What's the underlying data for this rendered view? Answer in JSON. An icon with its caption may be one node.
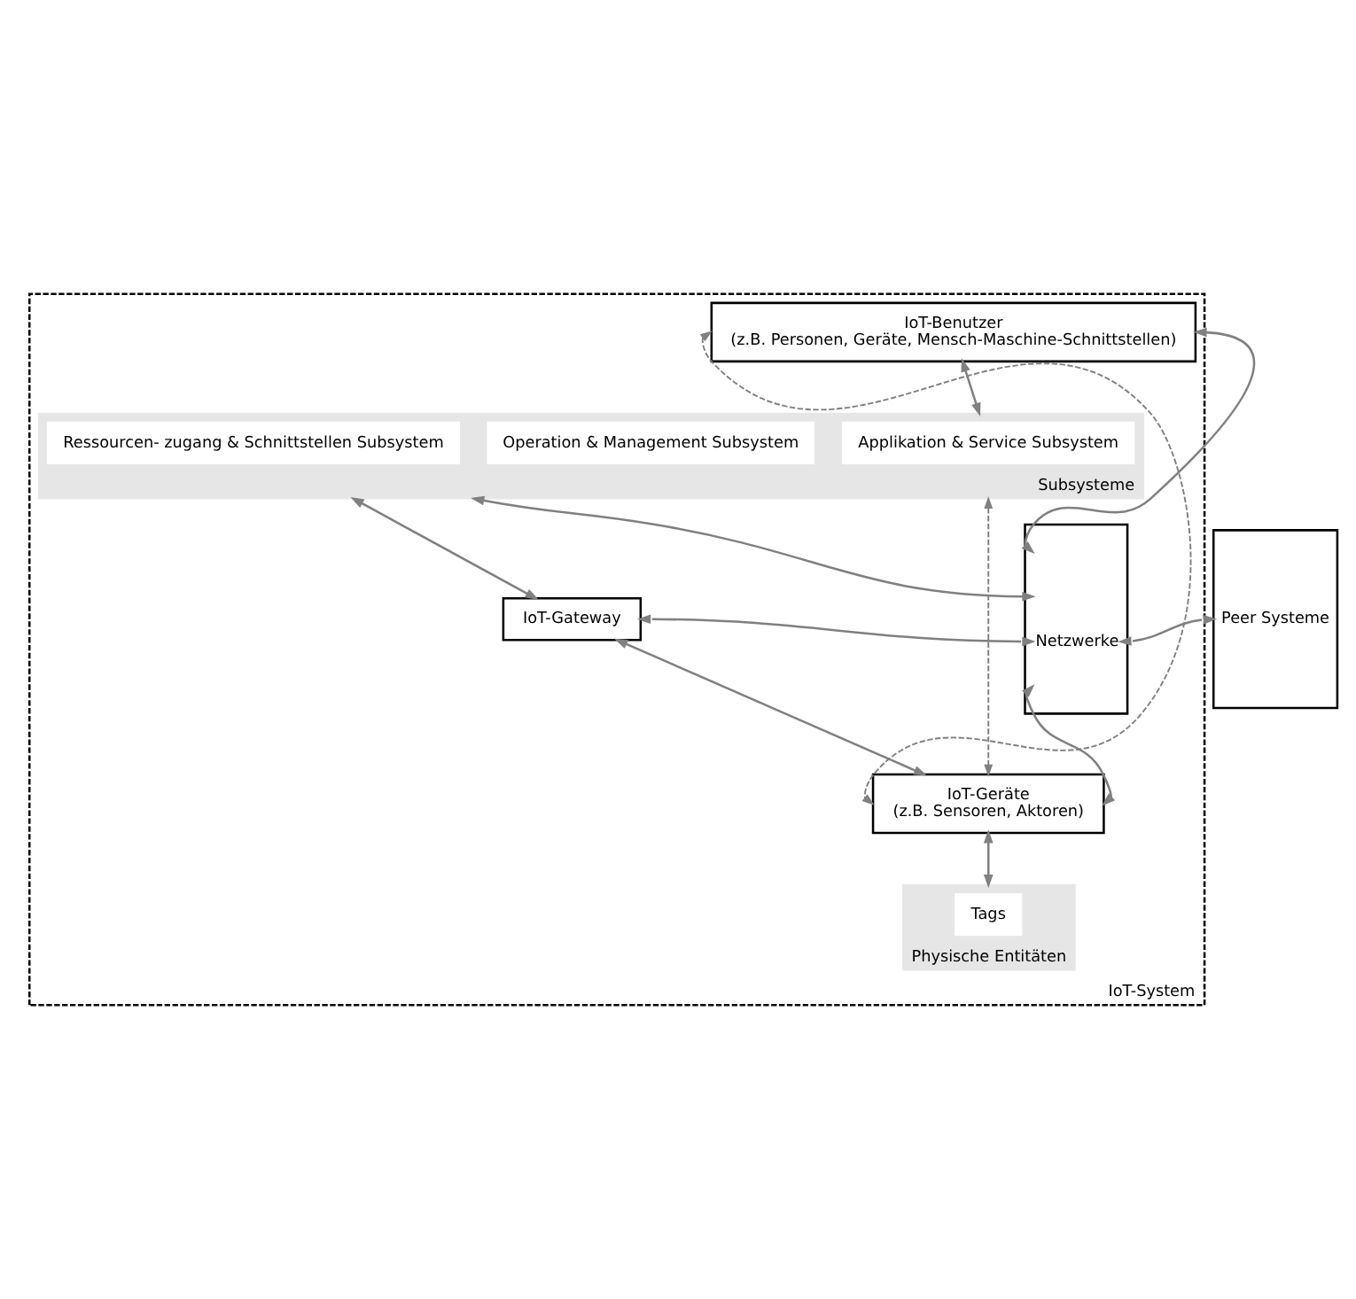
{
  "diagram": {
    "nodes": [
      {
        "text": [
          "IoT-System"
        ]
      },
      {
        "text": [
          "IoT-Benutzer",
          "(z.B. Personen, Geräte, Mensch-Maschine-Schnittstellen)"
        ],
        "in": 0
      },
      {
        "text": [
          "Subsysteme"
        ],
        "in": 0
      },
      {
        "text": [
          "Operation & Management Subsystem"
        ],
        "in": 2
      },
      {
        "text": [
          "Applikation & Service Subsystem"
        ],
        "in": 2
      },
      {
        "text": [
          "Ressourcen- zugang & Schnittstellen Subsystem"
        ],
        "in": 2
      },
      {
        "text": [
          "IoT-Gateway"
        ],
        "in": 0
      },
      {
        "text": [
          "IoT-Geräte",
          "(z.B. Sensoren, Aktoren)"
        ],
        "in": 0
      },
      {
        "text": [
          "Physische Entitäten"
        ],
        "in": 0
      },
      {
        "text": [
          "Tags"
        ],
        "in": 8
      },
      {
        "text": [
          "Netzwerke"
        ],
        "in": 0
      },
      {
        "text": [
          "Peer Systeme"
        ]
      }
    ],
    "edges": [
      {
        "from": 1,
        "to": 10,
        "arrow": "both"
      },
      {
        "from": 1,
        "to": 2,
        "arrow": "both"
      },
      {
        "from": 1,
        "to": 7,
        "arrow": "both",
        "style": "dashed"
      },
      {
        "from": 2,
        "to": 10,
        "arrow": "both"
      },
      {
        "from": 10,
        "to": 11,
        "arrow": "both"
      },
      {
        "from": 2,
        "to": 7,
        "arrow": "both",
        "style": "dashed"
      },
      {
        "from": 2,
        "to": 6,
        "arrow": "both"
      },
      {
        "from": 6,
        "to": 10,
        "arrow": "both"
      },
      {
        "from": 6,
        "to": 7,
        "arrow": "both"
      },
      {
        "from": 7,
        "to": 10,
        "arrow": "both"
      },
      {
        "from": 7,
        "to": 8,
        "arrow": "both"
      }
    ]
  }
}
